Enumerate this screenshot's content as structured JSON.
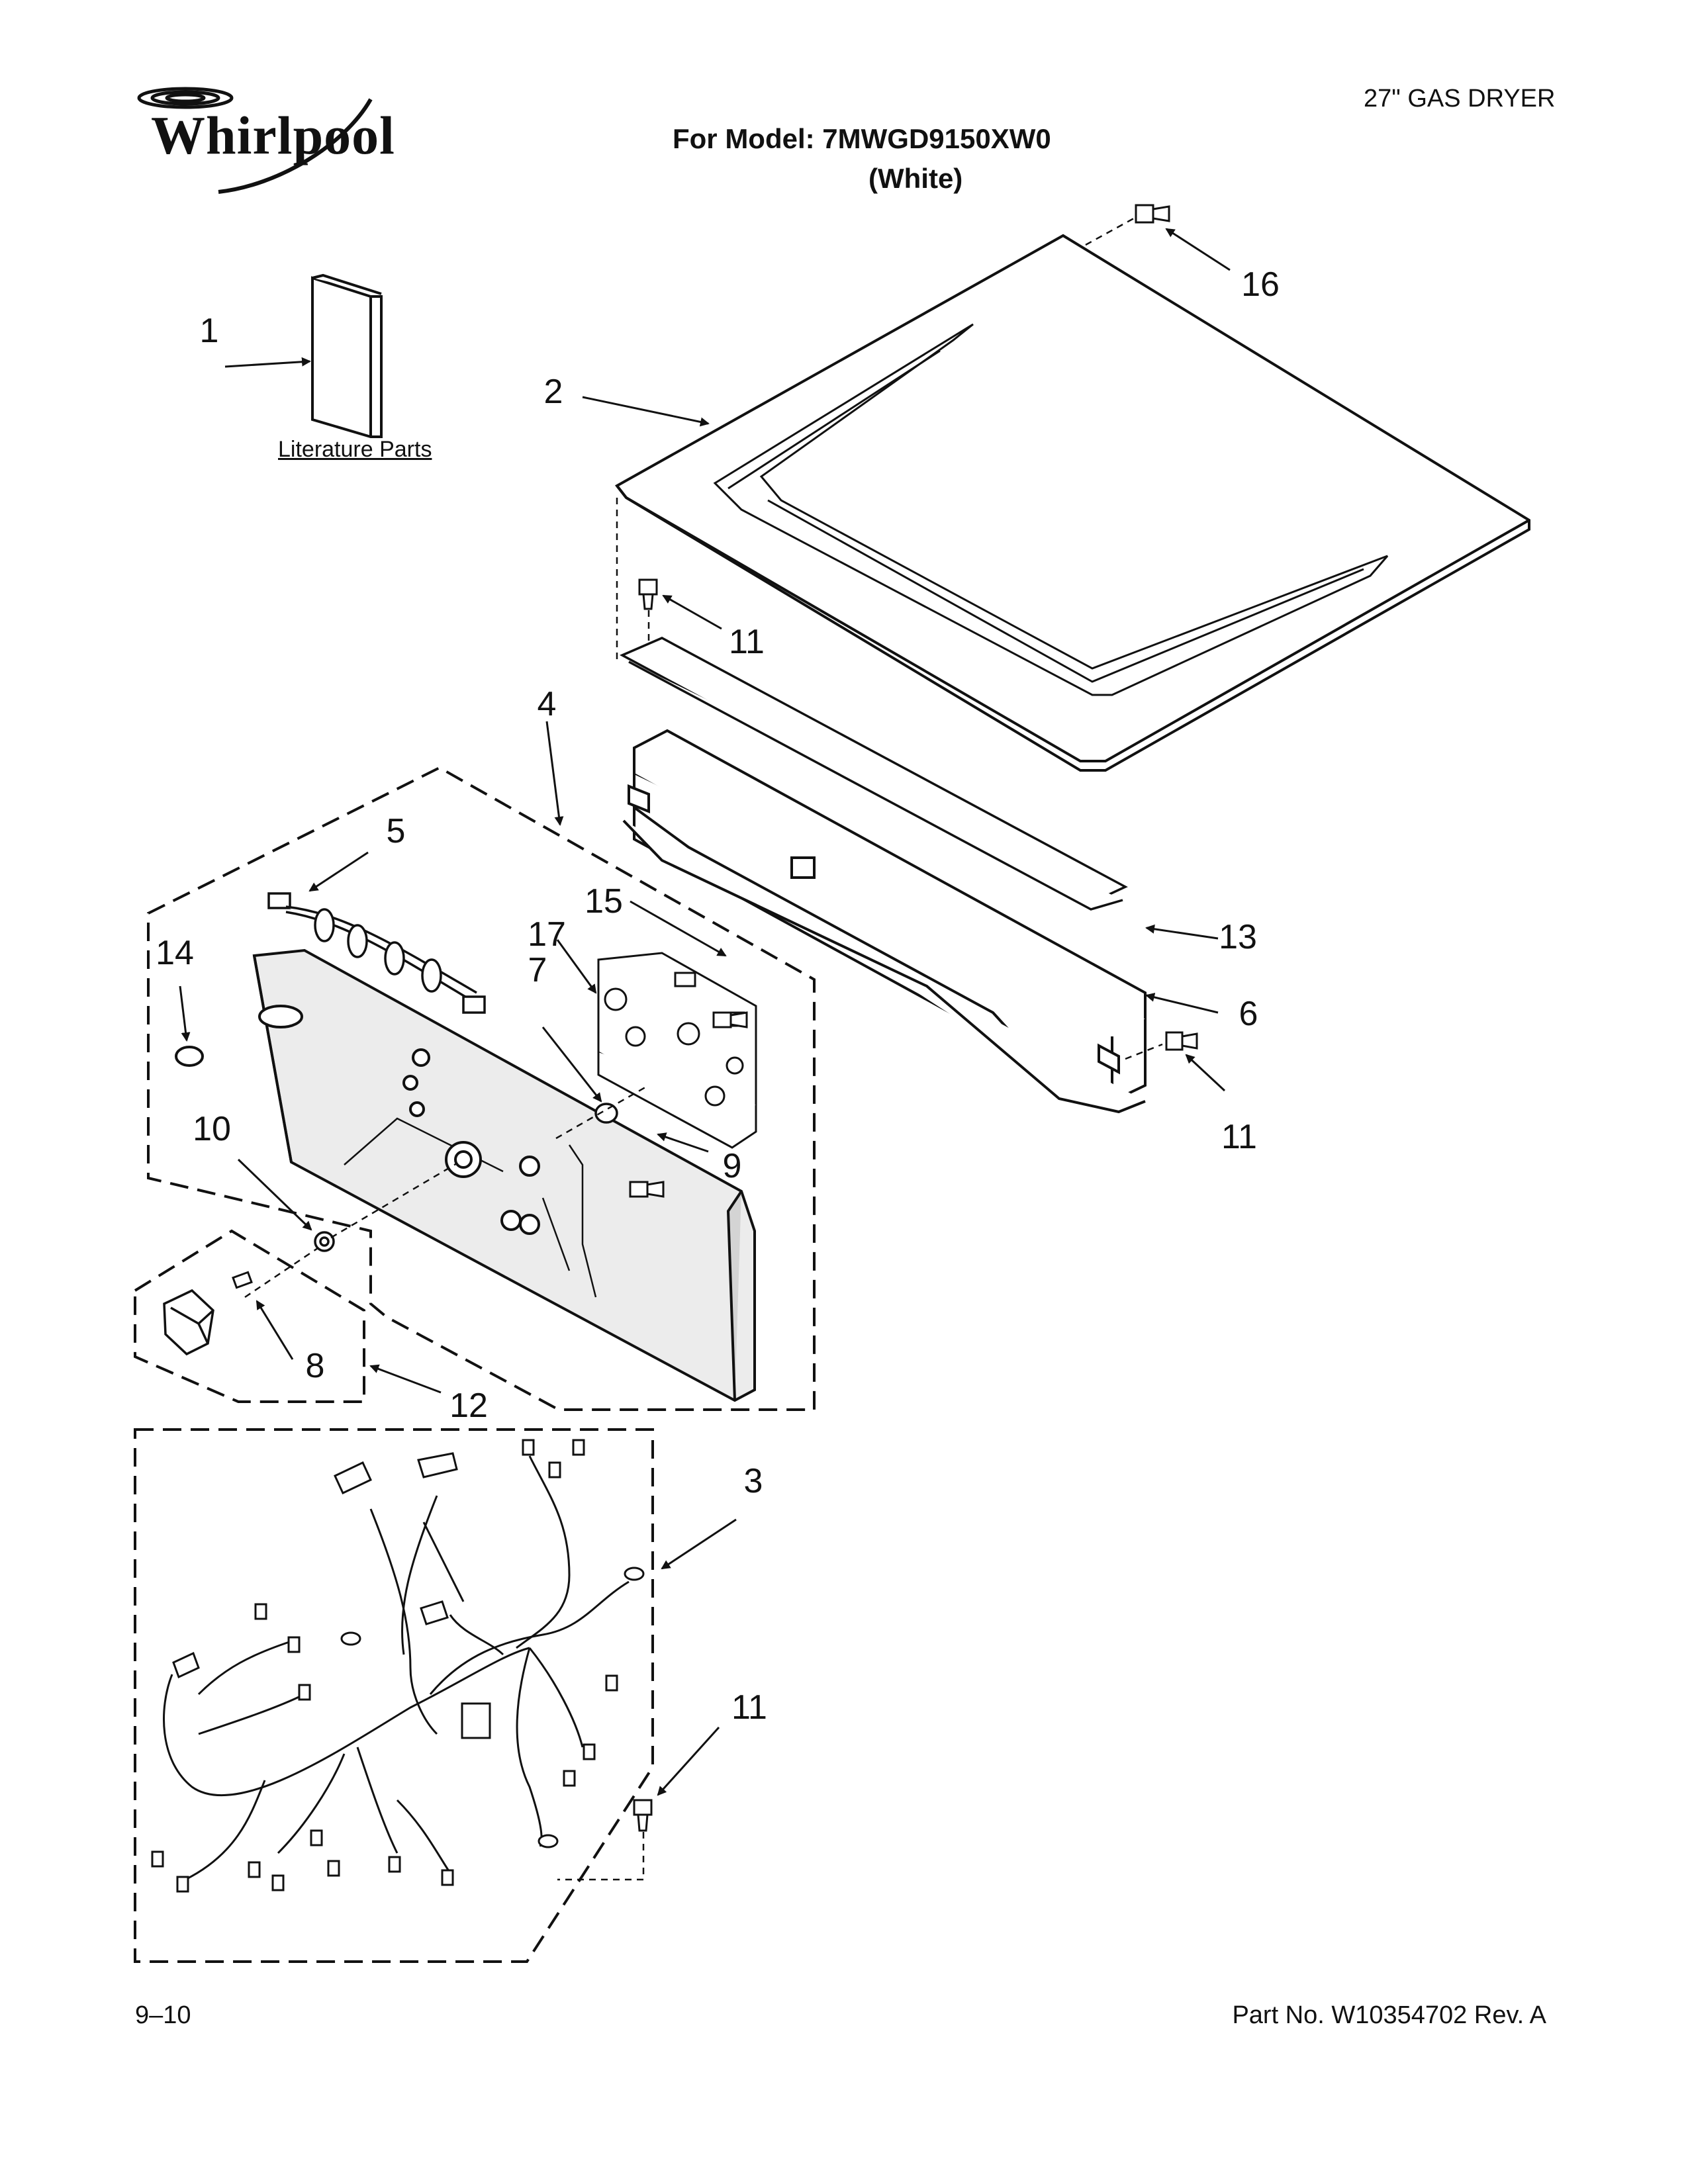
{
  "brand": {
    "logo_text": "Whirlpool"
  },
  "header": {
    "product": "27\" GAS DRYER",
    "model_line": "For Model: 7MWGD9150XW0",
    "color_line": "(White)"
  },
  "literature_label": "Literature Parts",
  "callouts": {
    "c1": "1",
    "c2": "2",
    "c3": "3",
    "c4": "4",
    "c5": "5",
    "c6": "6",
    "c7": "7",
    "c8": "8",
    "c9": "9",
    "c10": "10",
    "c11a": "11",
    "c11b": "11",
    "c11c": "11",
    "c12": "12",
    "c13": "13",
    "c14": "14",
    "c15": "15",
    "c16": "16",
    "c17": "17"
  },
  "footer": {
    "page_number": "9–10",
    "part_number": "Part No. W10354702 Rev. A"
  },
  "colors": {
    "ink": "#111111",
    "panel_fill": "#ececec",
    "panel_shade": "#d4d4d4"
  }
}
